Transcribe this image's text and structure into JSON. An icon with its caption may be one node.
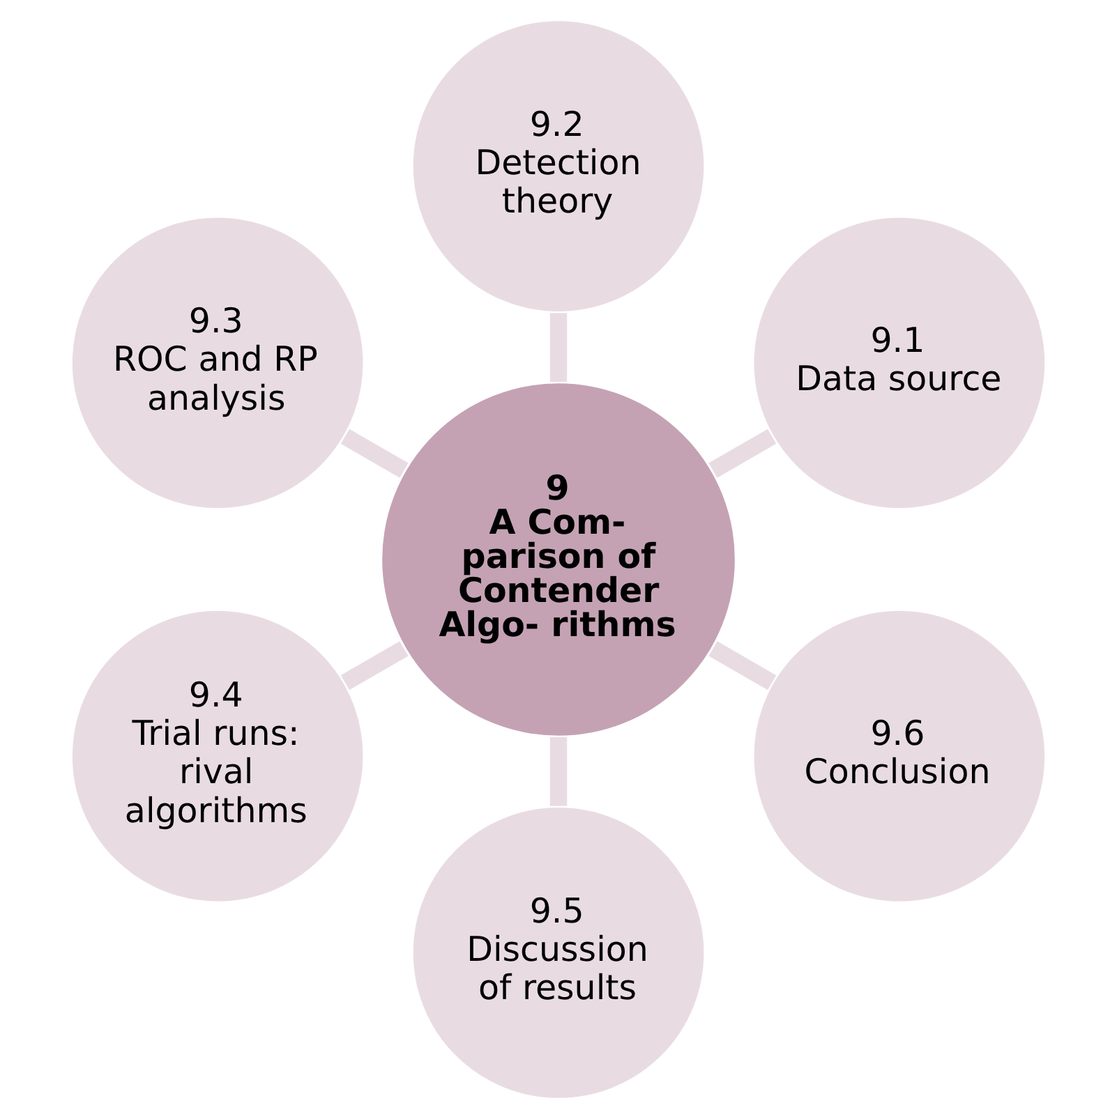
{
  "diagram": {
    "nodes": [
      {
        "text": [
          "9",
          "A Com- parison of Contender Algo- rithms"
        ]
      },
      {
        "text": [
          "9.1",
          "Data source"
        ]
      },
      {
        "text": [
          "9.2",
          "Detection theory"
        ]
      },
      {
        "text": [
          "9.3",
          "ROC and RP analysis"
        ]
      },
      {
        "text": [
          "9.4",
          "Trial runs: rival algorithms"
        ]
      },
      {
        "text": [
          "9.5",
          "Discussion of results"
        ]
      },
      {
        "text": [
          "9.6",
          "Conclusion"
        ]
      }
    ],
    "edges": [
      {
        "from": 0,
        "to": 1,
        "arrow": "none"
      },
      {
        "from": 0,
        "to": 2,
        "arrow": "none"
      },
      {
        "from": 0,
        "to": 3,
        "arrow": "none"
      },
      {
        "from": 0,
        "to": 4,
        "arrow": "none"
      },
      {
        "from": 0,
        "to": 5,
        "arrow": "none"
      },
      {
        "from": 0,
        "to": 6,
        "arrow": "none"
      }
    ]
  }
}
